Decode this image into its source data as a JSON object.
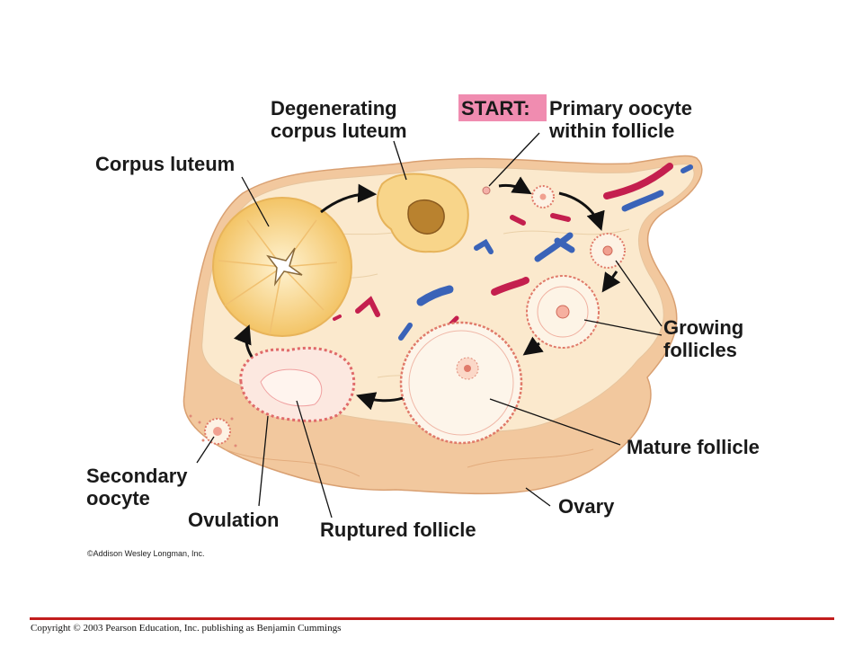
{
  "labels": {
    "degenerating_line1": "Degenerating",
    "degenerating_line2": "corpus luteum",
    "start": "START:",
    "primary_line1": "Primary oocyte",
    "primary_line2": "within follicle",
    "corpus_luteum": "Corpus luteum",
    "growing_line1": "Growing",
    "growing_line2": "follicles",
    "mature_follicle": "Mature follicle",
    "secondary_line1": "Secondary",
    "secondary_line2": "oocyte",
    "ovulation": "Ovulation",
    "ruptured_follicle": "Ruptured follicle",
    "ovary": "Ovary"
  },
  "credit": "©Addison Wesley Longman, Inc.",
  "footer": "Copyright © 2003 Pearson Education, Inc. publishing as Benjamin Cummings",
  "colors": {
    "ovary_outer": "#f2c89e",
    "ovary_inner": "#fbe9cd",
    "corpus_luteum": "#f8d58a",
    "vessel_red": "#c41f4e",
    "vessel_blue": "#3a63b8",
    "start_badge": "#f08cb0",
    "footer_rule": "#c21d1d"
  }
}
